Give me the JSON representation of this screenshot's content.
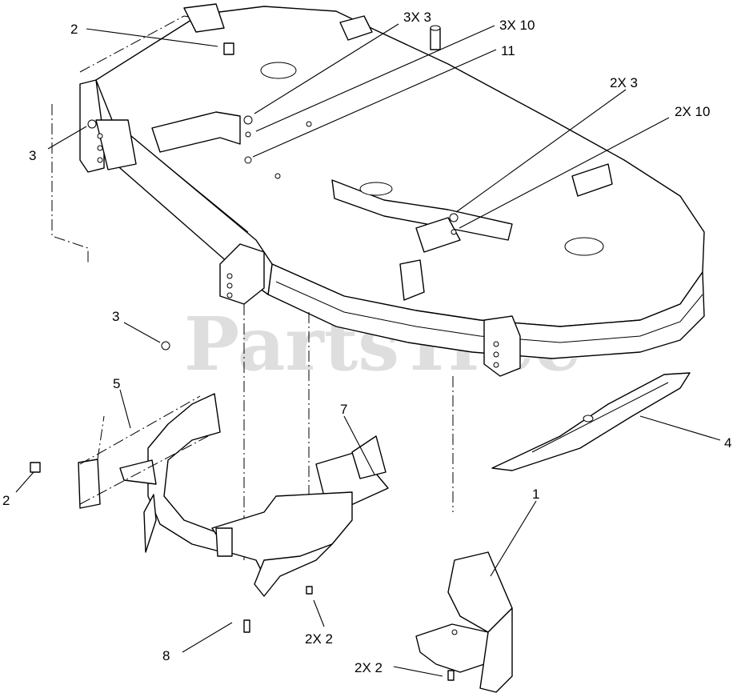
{
  "watermark": "PartsTree",
  "callouts": [
    {
      "id": "c-2-top",
      "text": "2"
    },
    {
      "id": "c-3x3",
      "text": "3X 3"
    },
    {
      "id": "c-3x10",
      "text": "3X 10"
    },
    {
      "id": "c-11",
      "text": "11"
    },
    {
      "id": "c-2x3",
      "text": "2X 3"
    },
    {
      "id": "c-2x10",
      "text": "2X 10"
    },
    {
      "id": "c-3-left",
      "text": "3"
    },
    {
      "id": "c-3-mid",
      "text": "3"
    },
    {
      "id": "c-5",
      "text": "5"
    },
    {
      "id": "c-7",
      "text": "7"
    },
    {
      "id": "c-4",
      "text": "4"
    },
    {
      "id": "c-1",
      "text": "1"
    },
    {
      "id": "c-2-left",
      "text": "2"
    },
    {
      "id": "c-2x2-mid",
      "text": "2X 2"
    },
    {
      "id": "c-8",
      "text": "8"
    },
    {
      "id": "c-2x2-bottom",
      "text": "2X 2"
    }
  ],
  "parts": [
    {
      "id": "deck-housing",
      "icon": "mower-deck-icon"
    },
    {
      "id": "blade",
      "icon": "mower-blade-icon"
    },
    {
      "id": "discharge-chute",
      "icon": "chute-icon"
    },
    {
      "id": "deflector",
      "icon": "deflector-icon"
    },
    {
      "id": "baffle",
      "icon": "baffle-icon"
    },
    {
      "id": "mulch-plug",
      "icon": "mulch-plug-icon"
    }
  ]
}
